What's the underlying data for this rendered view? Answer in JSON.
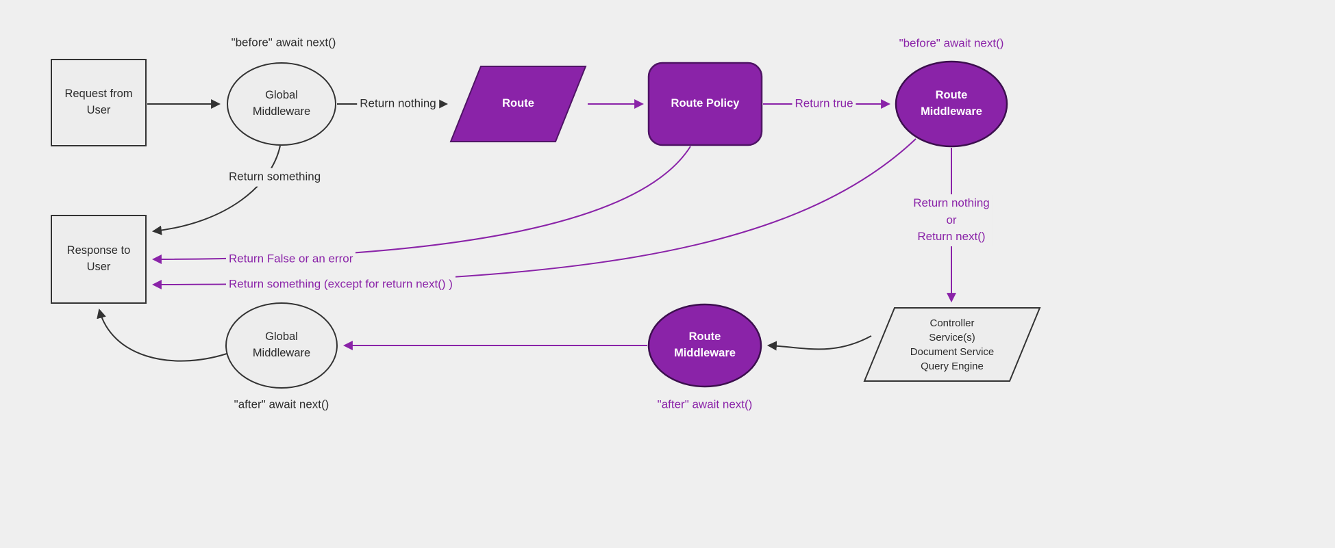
{
  "diagram": {
    "title": "Middleware request/response flow",
    "colors": {
      "background": "#efefef",
      "purple_fill": "#8a23a8",
      "purple_stroke": "#4f1465",
      "purple_text": "#8a23a8",
      "dark_stroke": "#333333",
      "light_node_fill": "#ededed"
    },
    "nodes": {
      "request": "Request from\nUser",
      "global_mw_top": "Global\nMiddleware",
      "route": "Route",
      "route_policy": "Route Policy",
      "route_mw_top": "Route\nMiddleware",
      "controller": "Controller\nService(s)\nDocument Service\nQuery Engine",
      "route_mw_bottom": "Route\nMiddleware",
      "global_mw_bottom": "Global\nMiddleware",
      "response": "Response to\nUser"
    },
    "labels": {
      "before_top_left": "\"before\" await next()",
      "return_nothing": "Return nothing",
      "return_something": "Return something",
      "return_true": "Return true",
      "before_top_right": "\"before\" await next()",
      "return_nothing_or_next": "Return nothing\nor\nReturn next()",
      "return_false": "Return False or an error",
      "return_something_except": "Return something (except for return next() )",
      "after_bottom_right": "\"after\" await next()",
      "after_bottom_left": "\"after\" await next()"
    }
  }
}
